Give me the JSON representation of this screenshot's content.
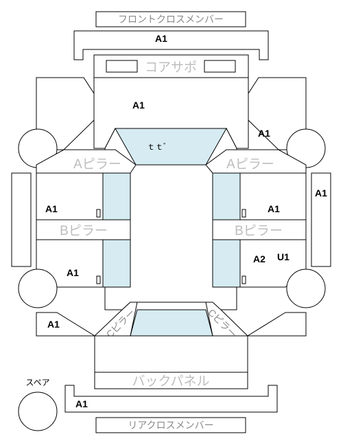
{
  "labels": {
    "front_cross_member": "フロントクロスメンバー",
    "core_support": "コアサポ",
    "a_pillar": "Aピラー",
    "b_pillar": "Bピラー",
    "c_pillar": "Cピラー",
    "back_panel": "バックパネル",
    "rear_cross_member": "リアクロスメンバー",
    "spare": "スペア",
    "windshield": "ｔｔﾞ"
  },
  "codes": {
    "front_cross_member": "A1",
    "hood": "A1",
    "front_fender_right": "A1",
    "right_side_sill": "A1",
    "front_door_left": "A1",
    "front_door_right": "A1",
    "rear_door_left": "A1",
    "rear_fender_left": "A1",
    "rear_door_right_a": "A2",
    "rear_door_right_b": "U1",
    "rear_cross_member": "A1"
  },
  "colors": {
    "line": "#000000",
    "glass": "#d6ebf2",
    "label_gray": "#8a8a8a",
    "pillar_gray": "#bdbdbd"
  }
}
